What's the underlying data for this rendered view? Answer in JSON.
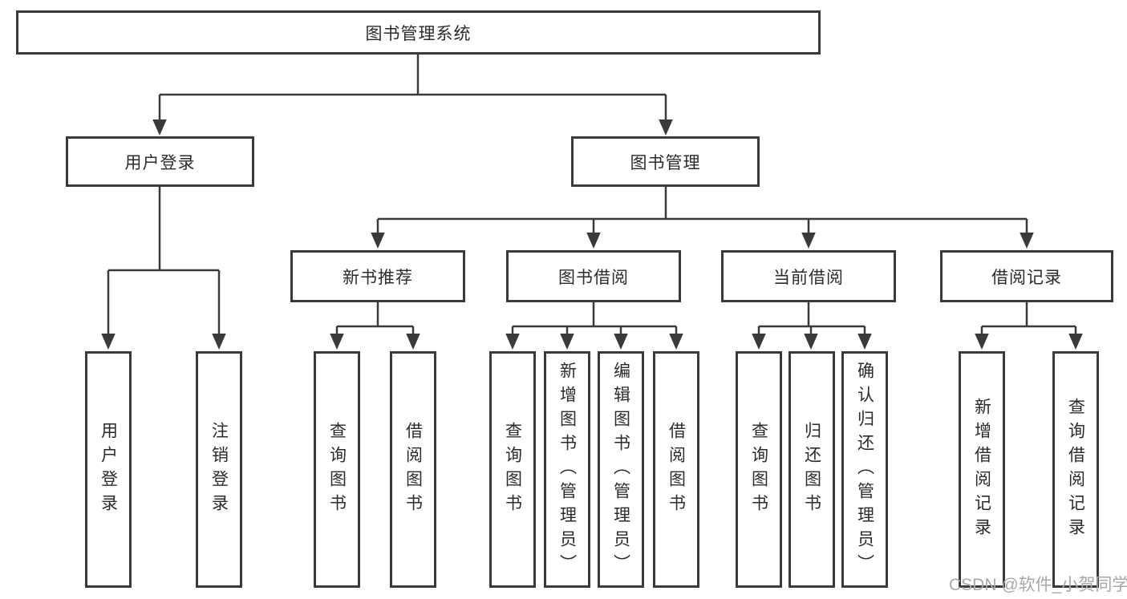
{
  "diagram": {
    "type": "hierarchy-tree",
    "tree": {
      "root": {
        "label": "图书管理系统"
      },
      "branches": [
        {
          "label": "用户登录",
          "children": [
            {
              "label": "用户登录"
            },
            {
              "label": "注销登录"
            }
          ]
        },
        {
          "label": "图书管理",
          "groups": [
            {
              "label": "新书推荐",
              "children": [
                {
                  "label": "查询图书"
                },
                {
                  "label": "借阅图书"
                }
              ]
            },
            {
              "label": "图书借阅",
              "children": [
                {
                  "label": "查询图书"
                },
                {
                  "label": "新增图书（管理员）"
                },
                {
                  "label": "编辑图书（管理员）"
                },
                {
                  "label": "借阅图书"
                }
              ]
            },
            {
              "label": "当前借阅",
              "children": [
                {
                  "label": "查询图书"
                },
                {
                  "label": "归还图书"
                },
                {
                  "label": "确认归还（管理员）"
                }
              ]
            },
            {
              "label": "借阅记录",
              "children": [
                {
                  "label": "新增借阅记录"
                },
                {
                  "label": "查询借阅记录"
                }
              ]
            }
          ]
        }
      ]
    },
    "colors": {
      "line": "#3a3a3a",
      "box_border": "#3a3a3a",
      "text": "#2b2b2b",
      "watermark": "#a8a8a8",
      "background": "#ffffff"
    }
  },
  "watermark": {
    "text": "CSDN @软件_小贺同学"
  }
}
